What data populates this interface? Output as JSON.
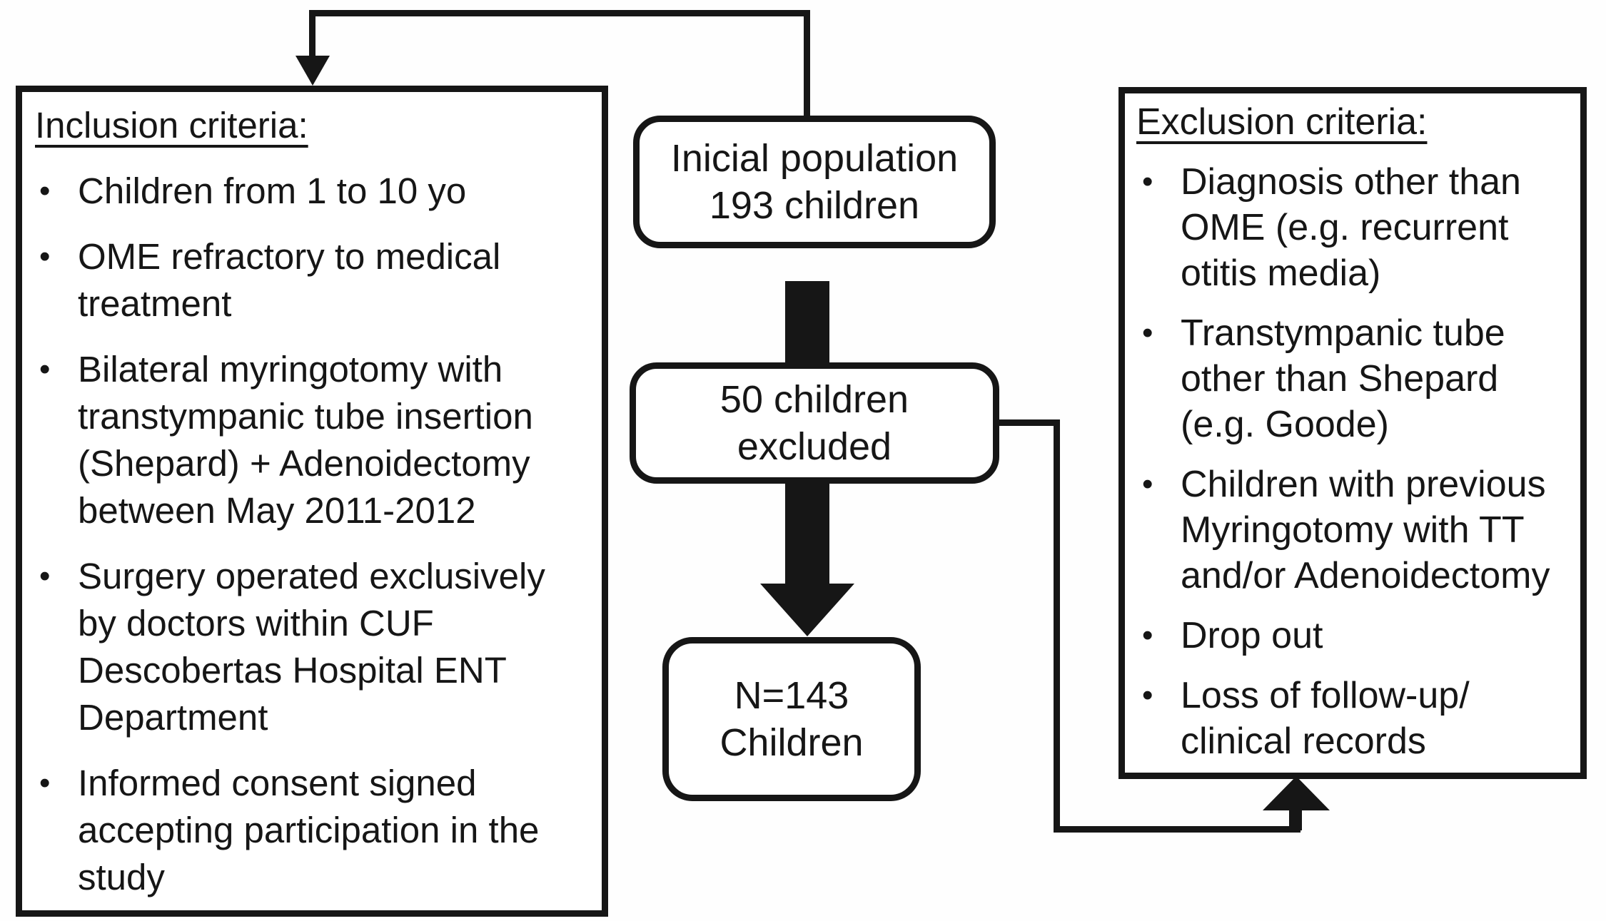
{
  "colors": {
    "ink": "#161616",
    "paper": "#ffffff"
  },
  "inclusion_panel": {
    "heading": "Inclusion criteria:",
    "bullet_glyph": "•",
    "bullets": [
      "Children from 1 to 10 yo",
      "OME refractory to medical\ntreatment",
      "Bilateral myringotomy with\ntranstympanic tube insertion\n(Shepard) + Adenoidectomy\nbetween May 2011-2012",
      "Surgery operated exclusively\nby doctors within CUF\nDescobertas Hospital ENT\nDepartment",
      "Informed consent signed\naccepting participation in the\nstudy"
    ]
  },
  "exclusion_panel": {
    "heading": "Exclusion criteria:",
    "bullet_glyph": "•",
    "bullets": [
      "Diagnosis other than\nOME (e.g. recurrent\notitis media)",
      "Transtympanic tube\nother than Shepard\n(e.g. Goode)",
      "Children with previous\nMyringotomy with TT\nand/or Adenoidectomy",
      "Drop out",
      "Loss of follow-up/\nclinical records"
    ]
  },
  "flow": {
    "initial_box": "Inicial population\n193 children",
    "excluded_box": "50 children\nexcluded",
    "final_box": "N=143\nChildren"
  }
}
